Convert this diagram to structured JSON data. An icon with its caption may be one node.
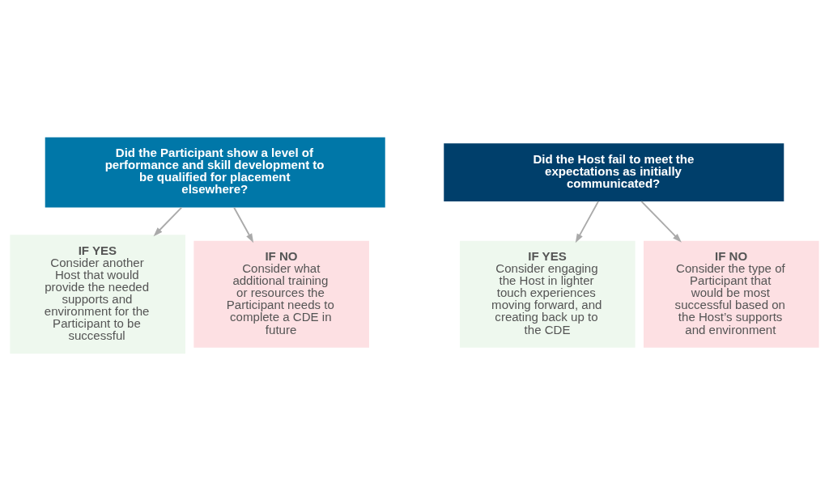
{
  "diagram": {
    "nodes": [
      {
        "text": [
          "Did the Participant show a level of performance and skill development to be qualified for placement elsewhere?"
        ]
      },
      {
        "text": [
          "Did the Host fail to meet the expectations as initially communicated?"
        ]
      },
      {
        "text": [
          "IF YES",
          "Consider another Host that would provide the needed supports and environment for the Participant to be successful"
        ]
      },
      {
        "text": [
          "IF NO",
          "Consider what additional training or resources the Participant needs to complete a CDE in future"
        ]
      },
      {
        "text": [
          "IF YES",
          "Consider engaging the Host in lighter touch experiences moving forward, and creating back up to the CDE"
        ]
      },
      {
        "text": [
          "IF NO",
          "Consider the type of Participant that would be most successful based on the Host’s supports and environment"
        ]
      }
    ],
    "edges": [
      {
        "from": 0,
        "to": 2,
        "arrow": "to"
      },
      {
        "from": 0,
        "to": 3,
        "arrow": "to"
      },
      {
        "from": 1,
        "to": 4,
        "arrow": "to"
      },
      {
        "from": 1,
        "to": 5,
        "arrow": "to"
      }
    ]
  }
}
